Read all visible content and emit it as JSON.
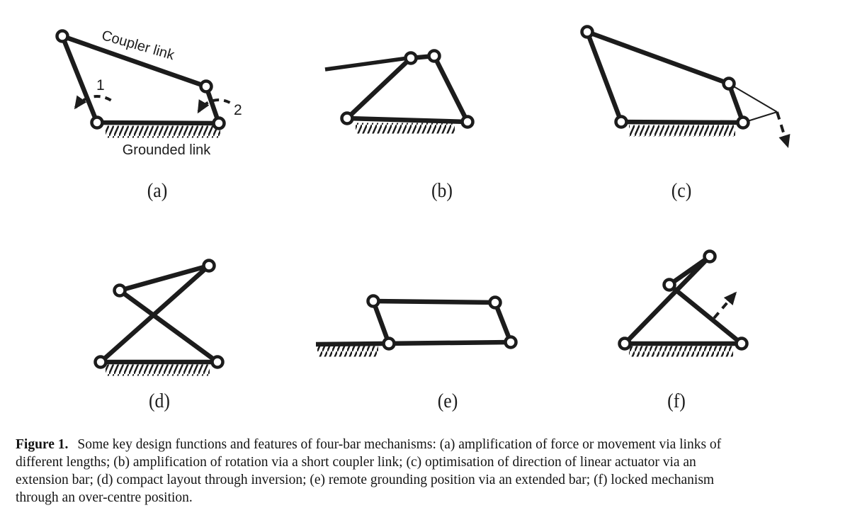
{
  "colors": {
    "ink": "#1c1c1c",
    "background": "#ffffff"
  },
  "panels": {
    "a": {
      "label": "(a)",
      "coupler_label": "Coupler link",
      "grounded_label": "Grounded link",
      "arrow1_label": "1",
      "arrow2_label": "2"
    },
    "b": {
      "label": "(b)"
    },
    "c": {
      "label": "(c)"
    },
    "d": {
      "label": "(d)"
    },
    "e": {
      "label": "(e)"
    },
    "f": {
      "label": "(f)"
    }
  },
  "caption": {
    "figure_label": "Figure 1.",
    "line1": "Some key design functions and features of four-bar mechanisms: (a) amplification of force or movement via links of",
    "line2": "different lengths; (b) amplification of rotation via a short coupler link; (c) optimisation of direction of linear actuator via an",
    "line3": "extension bar; (d) compact layout through inversion; (e) remote grounding position via an extended bar; (f) locked mechanism",
    "line4": "through an over-centre position."
  }
}
